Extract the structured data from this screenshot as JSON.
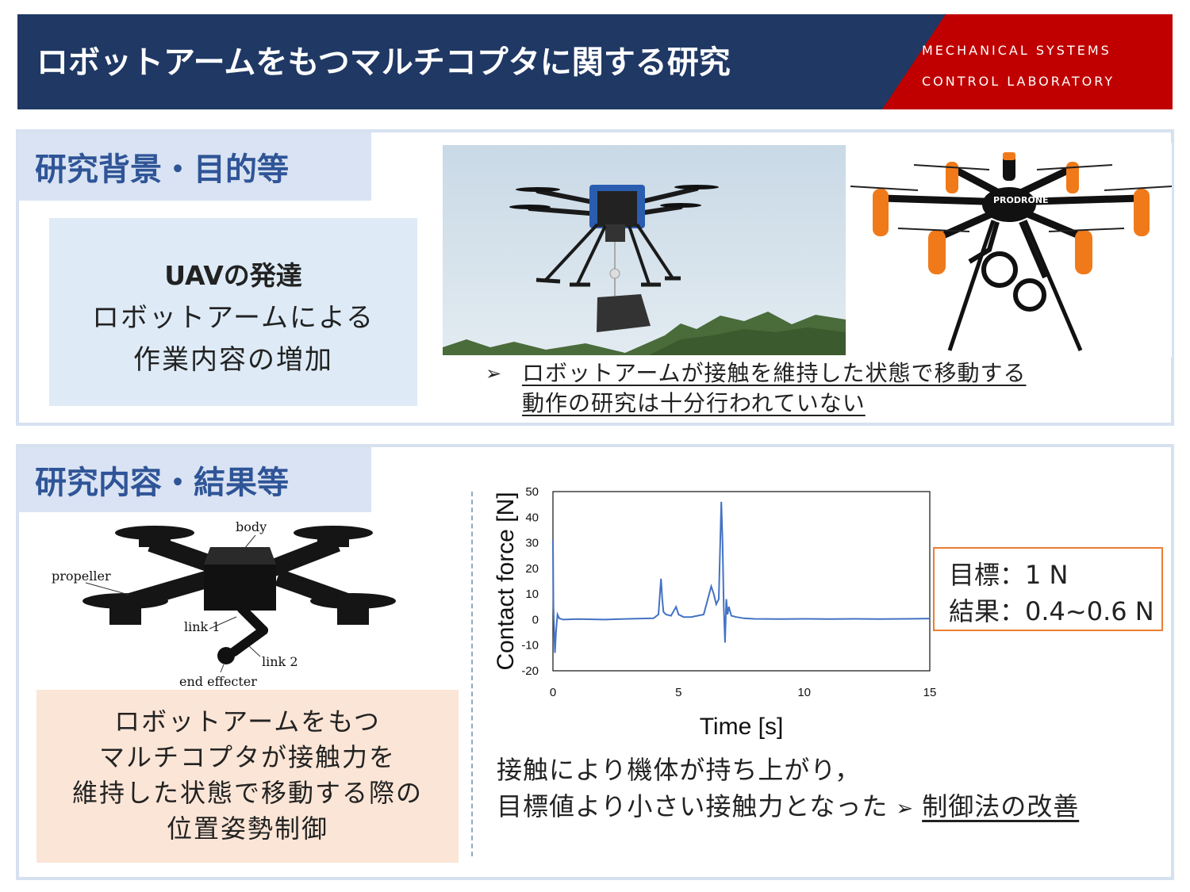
{
  "header": {
    "title": "ロボットアームをもつマルチコプタに関する研究",
    "lab_line1": "MECHANICAL SYSTEMS",
    "lab_line2": "CONTROL LABORATORY",
    "colors": {
      "navy": "#1f3864",
      "red": "#c00000"
    }
  },
  "background": {
    "section_title": "研究背景・目的等",
    "box": {
      "line1": "UAVの発達",
      "line2": "ロボットアームによる",
      "line3": "作業内容の増加"
    },
    "bullet": {
      "line1": "ロボットアームが接触を維持した状態で移動する",
      "line2": "動作の研究は十分行われていない"
    },
    "photo2_brand": "PRODRONE"
  },
  "results": {
    "section_title": "研究内容・結果等",
    "diagram_labels": {
      "body": "body",
      "propeller": "propeller",
      "link1": "link 1",
      "link2": "link 2",
      "end_effecter": "end effecter"
    },
    "method_box": {
      "line1": "ロボットアームをもつ",
      "line2": "マルチコプタが接触力を",
      "line3": "維持した状態で移動する際の",
      "line4": "位置姿勢制御"
    },
    "result_box": {
      "row1": "目標：1 N",
      "row2": "結果：0.4~0.6 N"
    },
    "conclusion": {
      "line1": "接触により機体が持ち上がり，",
      "line2": "目標値より小さい接触力となった",
      "arrow": "➢",
      "emphasis": "制御法の改善"
    }
  },
  "chart_data": {
    "type": "line",
    "xlabel": "Time [s]",
    "ylabel": "Contact force [N]",
    "xlim": [
      0,
      15
    ],
    "ylim": [
      -20,
      50
    ],
    "xticks": [
      0,
      5,
      10,
      15
    ],
    "yticks": [
      -20,
      -10,
      0,
      10,
      20,
      30,
      40,
      50
    ],
    "grid": false,
    "series": [
      {
        "color": "#4472c4",
        "x": [
          0,
          0.02,
          0.08,
          0.12,
          0.18,
          0.25,
          0.4,
          1.0,
          2.0,
          3.0,
          4.0,
          4.2,
          4.3,
          4.35,
          4.4,
          4.5,
          4.7,
          4.9,
          5.0,
          5.2,
          5.5,
          6.0,
          6.3,
          6.4,
          6.5,
          6.6,
          6.7,
          6.75,
          6.8,
          6.85,
          6.9,
          6.95,
          7.0,
          7.1,
          7.3,
          7.6,
          8.0,
          9.0,
          10.0,
          11.0,
          12.0,
          13.0,
          14.0,
          15.0
        ],
        "y": [
          31,
          5,
          -13,
          -5,
          2,
          0.5,
          0,
          0.2,
          0,
          0.3,
          0.5,
          2,
          16,
          8,
          3,
          2,
          1.5,
          5,
          2,
          1,
          1,
          2,
          13,
          10,
          6,
          8,
          46,
          30,
          5,
          -9,
          8,
          2,
          5,
          1.5,
          1,
          0.5,
          0.3,
          0.2,
          0.3,
          0.2,
          0.3,
          0.2,
          0.3,
          0.4
        ]
      }
    ]
  }
}
